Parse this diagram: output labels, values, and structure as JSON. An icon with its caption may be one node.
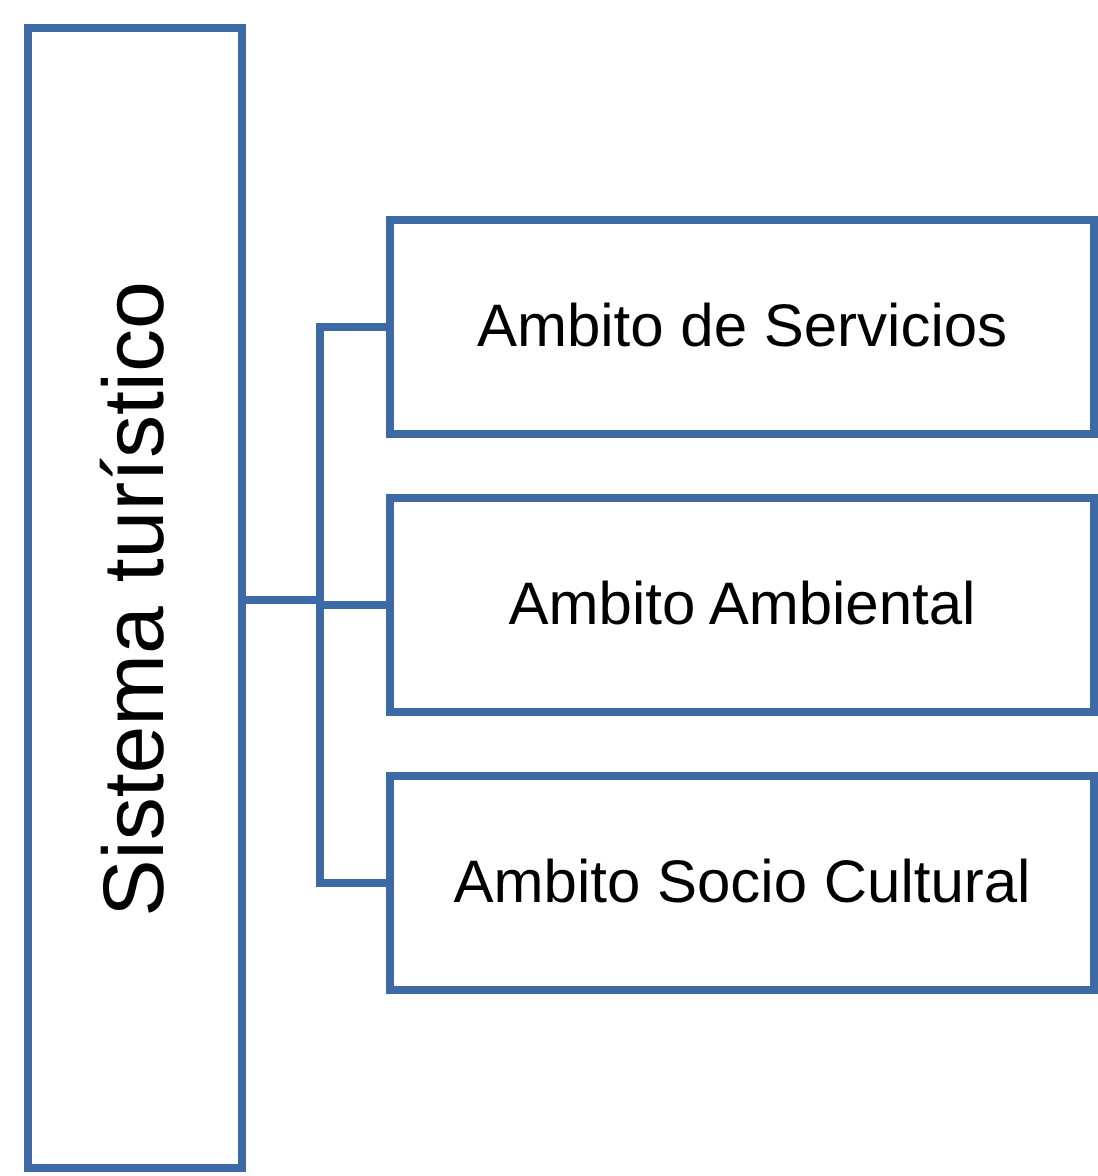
{
  "diagram": {
    "nodes": [
      {
        "text": [
          "Sistema turístico"
        ]
      },
      {
        "text": [
          "Ambito de Servicios"
        ]
      },
      {
        "text": [
          "Ambito Ambiental"
        ]
      },
      {
        "text": [
          "Ambito Socio Cultural"
        ]
      }
    ],
    "edges": [
      {
        "from": 0,
        "to": 1,
        "arrow": "none"
      },
      {
        "from": 0,
        "to": 2,
        "arrow": "none"
      },
      {
        "from": 0,
        "to": 3,
        "arrow": "none"
      }
    ]
  }
}
